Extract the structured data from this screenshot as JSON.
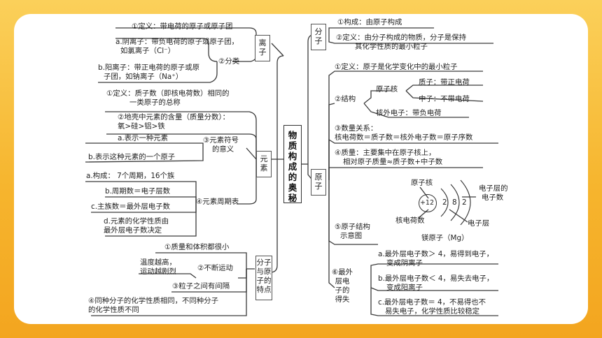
{
  "title": "物质构成的奥秘",
  "ion": {
    "label": "离子",
    "definition": "①定义：带电荷的原子或原子团",
    "classify": "②分类",
    "anion": [
      "a.阴离子：带负电荷的原子或原子团，",
      "如氯离子（Cl⁻）"
    ],
    "cation": [
      "b.阳离子：带正电荷的原子或原",
      "子团，如钠离子（Na⁺）"
    ]
  },
  "element": {
    "label": "元素",
    "definition": [
      "①定义：质子数（即核电荷数）相同的",
      "一类原子的总称"
    ],
    "crust": [
      "②地壳中元素的含量（质量分数）：",
      "氧>硅>铝>铁"
    ],
    "symbol": [
      "③元素符号",
      "的意义"
    ],
    "symbol_a": "a.表示一种元素",
    "symbol_b": "b.表示这种元素的一个原子",
    "table": "④元素周期表",
    "table_a": "a.构成：  7个周期，16个族",
    "table_b": "b.周期数＝电子层数",
    "table_c": "c.主族数＝最外层电子数",
    "table_d": [
      "d.元素的化学性质由",
      "最外层电子数决定"
    ]
  },
  "features": {
    "label": [
      "分子",
      "与原",
      "子的",
      "特点"
    ],
    "f1": "①质量和体积都很小",
    "f2": "②不断运动",
    "f2_note": [
      "温度越高，",
      "运动越剧烈"
    ],
    "f3": "③粒子之间有间隔",
    "f4": [
      "④同种分子的化学性质相同，不同种分子",
      "的化学性质不同"
    ]
  },
  "molecule": {
    "label": "分子",
    "composition": "①构成：由原子构成",
    "definition": [
      "②定义：由分子构成的物质，分子是保持",
      "其化学性质的最小粒子"
    ]
  },
  "atom": {
    "label": "原子",
    "definition": "①定义：原子是化学变化中的最小粒子",
    "structure": "②结构",
    "nucleus": "原子核",
    "proton": "质子：带正电荷",
    "neutron": "中子：不带电荷",
    "electron": "核外电子：带负电荷",
    "quantity": [
      "③数量关系：",
      "核电荷数＝质子数＝核外电子数＝原子序数"
    ],
    "mass": [
      "④质量：主要集中在原子核上，",
      "相对原子质量≈质子数+中子数"
    ],
    "diagram_label": [
      "⑤原子结构",
      "示意图"
    ],
    "diagram": {
      "nucleus_label": "原子核",
      "nucleus_charge": "+12",
      "electrons": [
        "2",
        "8",
        "2"
      ],
      "shell_electrons_label": [
        "电子层的",
        "电子数"
      ],
      "charge_label": "核电荷数",
      "shell_label": "电子层",
      "caption": "镁原子（Mg）"
    },
    "outer": [
      "⑥最外",
      "层电",
      "子的",
      "得失"
    ],
    "outer_a": [
      "a.最外层电子数＞ 4，易得到电子，",
      "变成阴离子"
    ],
    "outer_b": [
      "b.最外层电子数＜ 4，易失去电子，",
      "变成阳离子"
    ],
    "outer_c": [
      "c.最外层电子数＝ 4，不易得也不",
      "易失电子，化学性质比较稳定"
    ]
  }
}
